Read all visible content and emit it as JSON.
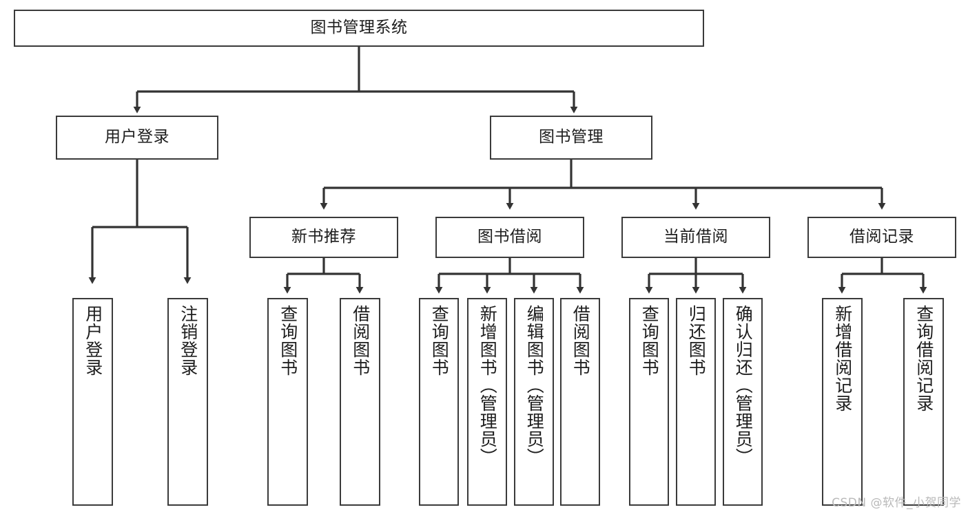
{
  "diagram": {
    "type": "tree",
    "title": "图书管理系统",
    "orientation": "top-down",
    "watermark": "CSDN @软件_小贺同学",
    "colors": {
      "box_border": "#3a3a3a",
      "box_fill": "#ffffff",
      "edge": "#333333",
      "text": "#1d1d1d",
      "watermark": "#b9b9b9"
    },
    "levels": {
      "root": {
        "label": "图书管理系统"
      },
      "level2": [
        {
          "label": "用户登录"
        },
        {
          "label": "图书管理"
        }
      ],
      "level3": [
        {
          "label": "新书推荐"
        },
        {
          "label": "图书借阅"
        },
        {
          "label": "当前借阅"
        },
        {
          "label": "借阅记录"
        }
      ],
      "leaves": {
        "user_login": [
          {
            "label": "用户登录"
          },
          {
            "label": "注销登录"
          }
        ],
        "new_book_recommend": [
          {
            "label": "查询图书"
          },
          {
            "label": "借阅图书"
          }
        ],
        "book_borrow": [
          {
            "label": "查询图书"
          },
          {
            "label": "新增图书（管理员）"
          },
          {
            "label": "编辑图书（管理员）"
          },
          {
            "label": "借阅图书"
          }
        ],
        "current_borrow": [
          {
            "label": "查询图书"
          },
          {
            "label": "归还图书"
          },
          {
            "label": "确认归还（管理员）"
          }
        ],
        "borrow_record": [
          {
            "label": "新增借阅记录"
          },
          {
            "label": "查询借阅记录"
          }
        ]
      }
    }
  }
}
